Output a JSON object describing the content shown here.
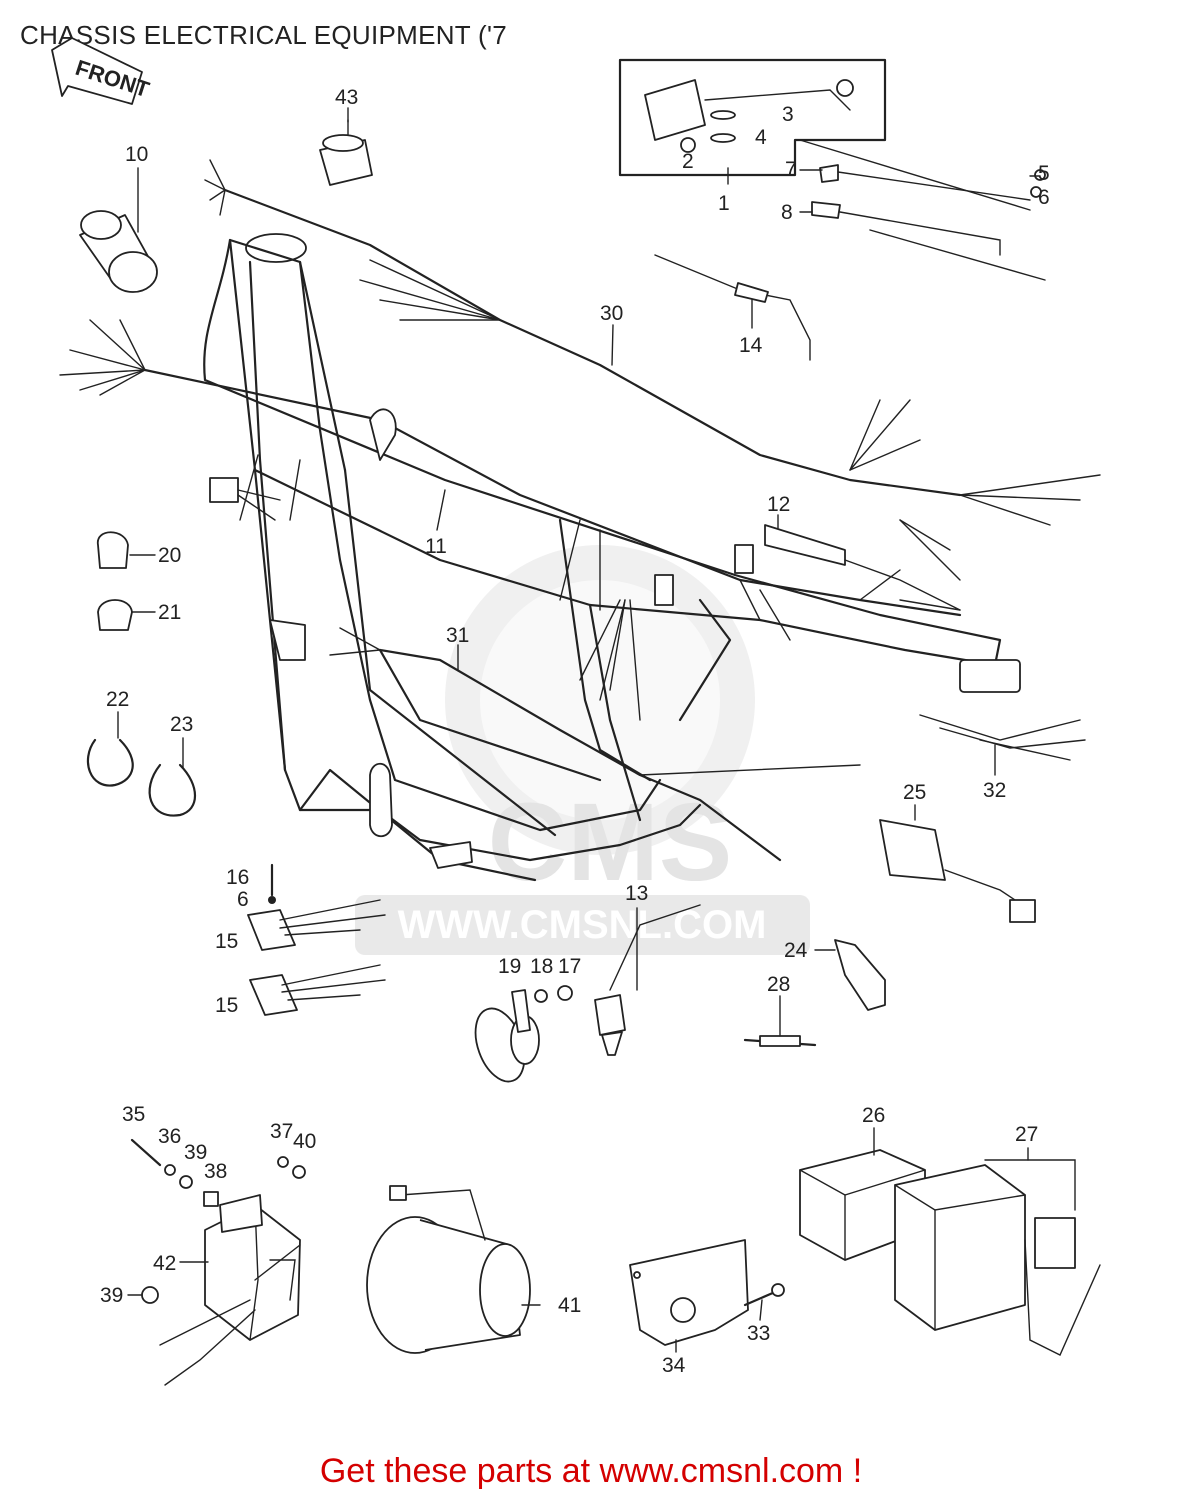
{
  "title": "CHASSIS ELECTRICAL EQUIPMENT ('7",
  "front_marker": "FRONT",
  "watermark": {
    "brand": "CMS",
    "url": "WWW.CMSNL.COM"
  },
  "footer": {
    "text": "Get these parts at www.cmsnl.com !",
    "color": "#d40000"
  },
  "callouts": [
    "1",
    "2",
    "3",
    "4",
    "5",
    "6",
    "6",
    "7",
    "8",
    "10",
    "11",
    "12",
    "13",
    "14",
    "15",
    "15",
    "16",
    "17",
    "18",
    "19",
    "20",
    "21",
    "22",
    "23",
    "24",
    "25",
    "26",
    "27",
    "28",
    "30",
    "31",
    "32",
    "33",
    "34",
    "35",
    "36",
    "37",
    "38",
    "39",
    "39",
    "40",
    "41",
    "42",
    "43"
  ]
}
